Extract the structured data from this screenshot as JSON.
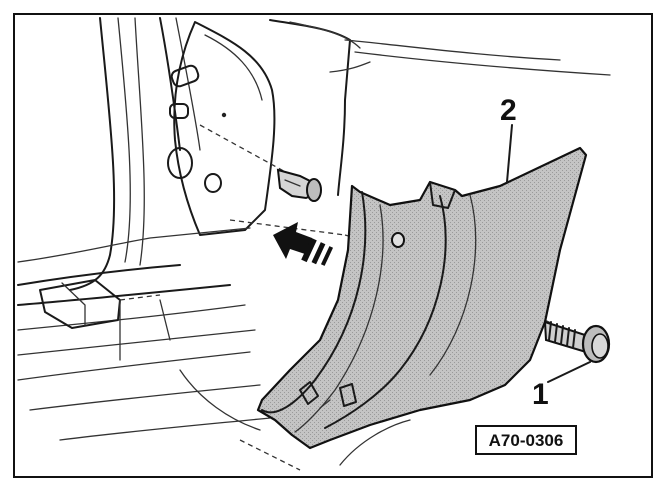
{
  "diagram": {
    "callouts": [
      {
        "id": "1",
        "text": "1"
      },
      {
        "id": "2",
        "text": "2"
      }
    ],
    "reference_code": "A70-0306",
    "colors": {
      "panel_fill": "#c4c4c4",
      "panel_stripe": "#a9a9a9",
      "line": "#1a1a1a",
      "background": "#ffffff"
    }
  }
}
